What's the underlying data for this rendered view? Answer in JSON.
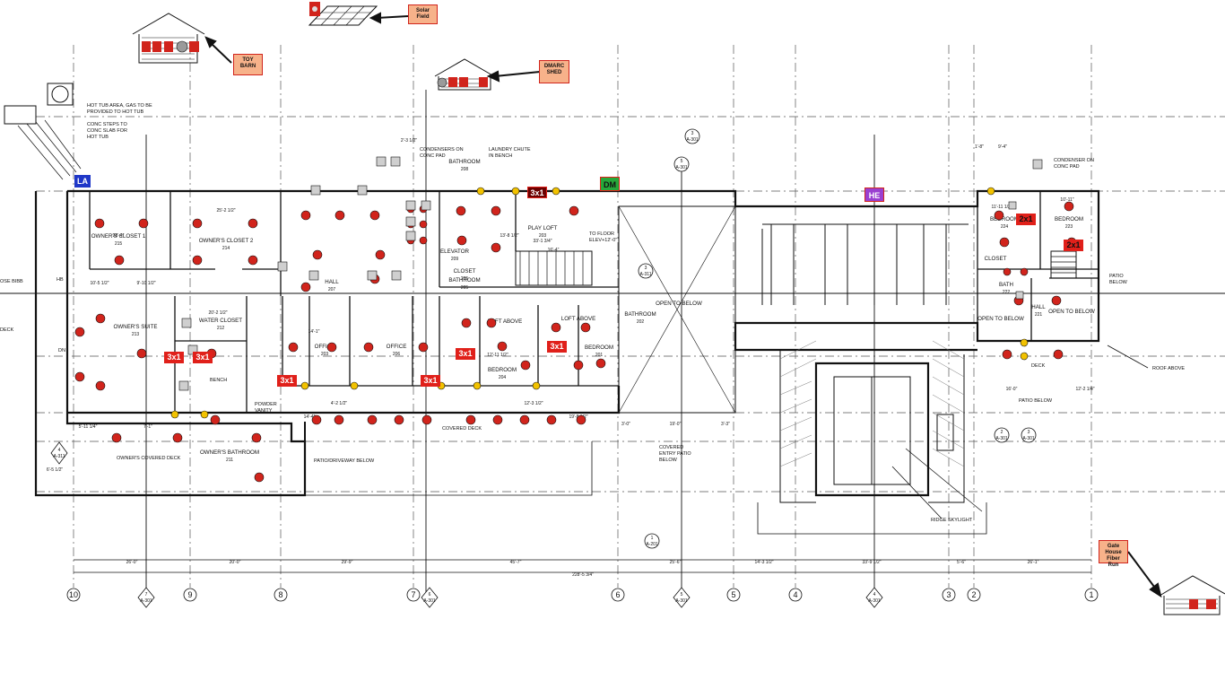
{
  "callouts": {
    "toy_barn": "TOY BARN",
    "solar_field": "Solar Field",
    "dmarc_shed": "DMARC SHED",
    "gate_house": "Gate House Fiber Run"
  },
  "tags": {
    "la": "LA",
    "dm": "DM",
    "he": "HE",
    "threex1": "3x1",
    "twox1": "2x1"
  },
  "notes": {
    "hot_tub": [
      "HOT TUB AREA, GAS TO BE",
      "PROVIDED TO HOT TUB"
    ],
    "conc_steps": [
      "CONC STEPS TO",
      "CONC SLAB FOR",
      "HOT TUB"
    ],
    "condensers": [
      "CONDENSERS ON",
      "CONC PAD"
    ],
    "laundry_chute": [
      "LAUNDRY CHUTE",
      "IN BENCH"
    ],
    "condenser_right": [
      "CONDENSER ON",
      "CONC PAD"
    ],
    "to_floor": [
      "TO FLOOR",
      "ELEV+12'-0\""
    ],
    "ridge_skylight": "RIDGE SKYLIGHT",
    "roof_above": "ROOF ABOVE",
    "patio_below": "PATIO BELOW",
    "patio_below_right": [
      "PATIO",
      "BELOW"
    ],
    "patio_driveway": "PATIO/DRIVEWAY BELOW",
    "covered_deck": "COVERED DECK",
    "owners_covered_deck": "OWNER'S COVERED DECK",
    "covered_entry": [
      "COVERED",
      "ENTRY PATIO",
      "BELOW"
    ],
    "hose_bibb": "OSE BIBB",
    "hb": "HB",
    "deck_left": "DECK",
    "deck_right": "DECK",
    "dn": "DN",
    "bench": "BENCH",
    "powder_vanity": [
      "POWDER",
      "VANITY"
    ]
  },
  "rooms": [
    {
      "name": "OWNER'S CLOSET 1",
      "num": "215"
    },
    {
      "name": "OWNER'S CLOSET 2",
      "num": "214"
    },
    {
      "name": "OWNER'S SUITE",
      "num": "213"
    },
    {
      "name": "WATER CLOSET",
      "num": "212"
    },
    {
      "name": "OWNER'S BATHROOM",
      "num": "211"
    },
    {
      "name": "HALL",
      "num": "207"
    },
    {
      "name": "OFFICE",
      "num": "203"
    },
    {
      "name": "OFFICE",
      "num": "206"
    },
    {
      "name": "BATHROOM",
      "num": "208"
    },
    {
      "name": "PLAY LOFT",
      "num": "203"
    },
    {
      "name": "ELEVATOR",
      "num": "209"
    },
    {
      "name": "CLOSET",
      "num": "205"
    },
    {
      "name": "BATHROOM",
      "num": "205"
    },
    {
      "name": "LOFT ABOVE",
      "num": ""
    },
    {
      "name": "LOFT ABOVE",
      "num": ""
    },
    {
      "name": "BEDROOM",
      "num": "204"
    },
    {
      "name": "BEDROOM",
      "num": "201"
    },
    {
      "name": "BATHROOM",
      "num": "202"
    },
    {
      "name": "OPEN TO BELOW",
      "num": ""
    },
    {
      "name": "BEDROOM",
      "num": "224"
    },
    {
      "name": "BEDROOM",
      "num": "223"
    },
    {
      "name": "CLOSET",
      "num": ""
    },
    {
      "name": "BATH",
      "num": "222"
    },
    {
      "name": "HALL",
      "num": "221"
    },
    {
      "name": "OPEN TO BELOW",
      "num": ""
    },
    {
      "name": "OPEN TO BELOW",
      "num": ""
    }
  ],
  "dimensions_bottom": [
    "26'-0\"",
    "20'-0\"",
    "29'-9\"",
    "45'-7\"",
    "25'-6\"",
    "14'-3 1/2\"",
    "33'-9 1/2\"",
    "5'-6\"",
    "26'-1\""
  ],
  "overall_dimension": "228'-5 3/4\"",
  "grid_labels": [
    "10",
    "9",
    "8",
    "7",
    "6",
    "5",
    "4",
    "3",
    "2",
    "1"
  ],
  "section_marks": [
    {
      "num": "7",
      "sheet": "A-301"
    },
    {
      "num": "6",
      "sheet": "A-301"
    },
    {
      "num": "5",
      "sheet": "A-301"
    },
    {
      "num": "4",
      "sheet": "A-301"
    },
    {
      "num": "1",
      "sheet": "A-201"
    },
    {
      "num": "4",
      "sheet": "A-311"
    },
    {
      "num": "3",
      "sheet": "A-311"
    },
    {
      "num": "3",
      "sheet": "A-301"
    },
    {
      "num": "5",
      "sheet": "A-301"
    },
    {
      "num": "2",
      "sheet": "A-301"
    },
    {
      "num": "3",
      "sheet": "A-301"
    }
  ],
  "misc_dims": [
    "28'-4\"",
    "25'-2 1/2\"",
    "10'-5 1/2\"",
    "9'-10 1/2\"",
    "20'-2 1/2\"",
    "14'-1\"",
    "16'-4\"",
    "33'-1 3/4\"",
    "13'-8 1/2\"",
    "12'-11 1/2\"",
    "12'-3 1/2\"",
    "19'-8 1/2\"",
    "14'-4\"",
    "4'-2 1/2\"",
    "5'-11 1/4\"",
    "7'-1\"",
    "6'-5 1/2\"",
    "11'-11 1/2\"",
    "16'-0\"",
    "12'-2 1/4\"",
    "10'-11\"",
    "19'-0\"",
    "3'-0\"",
    "3'-3\"",
    "2'-3 1/2\"",
    "9'-4\"",
    "1'-8\""
  ],
  "colors": {
    "device_red": "#d1241c",
    "tag_red": "#e0201a",
    "tag_dark": "#6b0000",
    "yellow": "#f2c200",
    "blue": "#2038c8",
    "green": "#26a83a",
    "purple": "#9a3fd0",
    "callout_fill": "#f7b28a"
  }
}
